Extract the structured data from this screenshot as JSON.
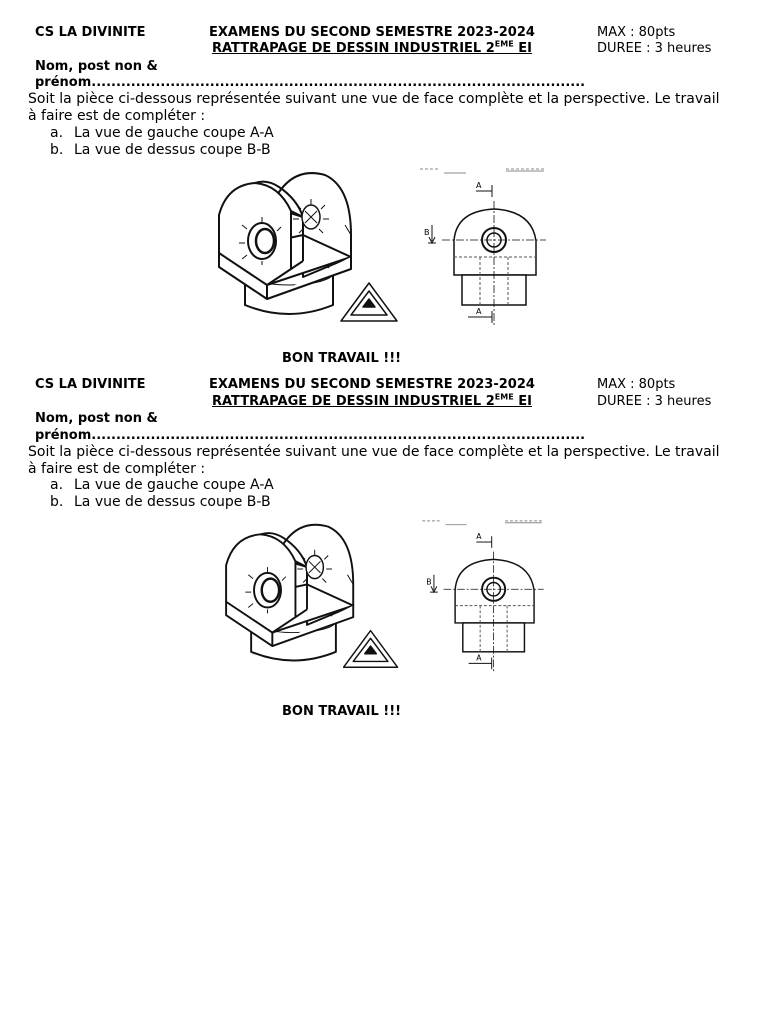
{
  "copies": [
    {
      "school": "CS LA DIVINITE",
      "exam_title": "EXAMENS DU SECOND SEMESTRE 2023-2024",
      "subject_prefix": "RATTRAPAGE DE DESSIN INDUSTRIEL 2",
      "subject_sup": "EME",
      "subject_suffix": " EI",
      "max_points": "MAX : 80pts",
      "duration": "DUREE : 3 heures",
      "name_label_1": "Nom, post non &",
      "name_label_2": "prénom....................................................................................................",
      "instruction_1": "Soit la pièce ci-dessous représentée suivant une vue de face complète et la perspective. Le travail",
      "instruction_2": "à faire est de compléter :",
      "tasks": [
        {
          "marker": "a.",
          "text": "La vue de gauche coupe A-A"
        },
        {
          "marker": "b.",
          "text": "La vue de dessus coupe B-B"
        }
      ],
      "drawing_labels": {
        "section_a": "A",
        "section_b": "B"
      },
      "closing": "BON TRAVAIL !!!"
    },
    {
      "school": "CS LA DIVINITE",
      "exam_title": "EXAMENS DU SECOND SEMESTRE 2023-2024",
      "subject_prefix": "RATTRAPAGE DE DESSIN INDUSTRIEL 2",
      "subject_sup": "EME",
      "subject_suffix": " EI",
      "max_points": "MAX : 80pts",
      "duration": "DUREE : 3 heures",
      "name_label_1": "Nom, post non &",
      "name_label_2": "prénom....................................................................................................",
      "instruction_1": "Soit la pièce ci-dessous représentée suivant une vue de face complète et la perspective. Le travail",
      "instruction_2": "à faire est de compléter :",
      "tasks": [
        {
          "marker": "a.",
          "text": "La vue de gauche coupe A-A"
        },
        {
          "marker": "b.",
          "text": "La vue de dessus coupe B-B"
        }
      ],
      "drawing_labels": {
        "section_a": "A",
        "section_b": "B"
      },
      "closing": "BON TRAVAIL !!!"
    }
  ]
}
